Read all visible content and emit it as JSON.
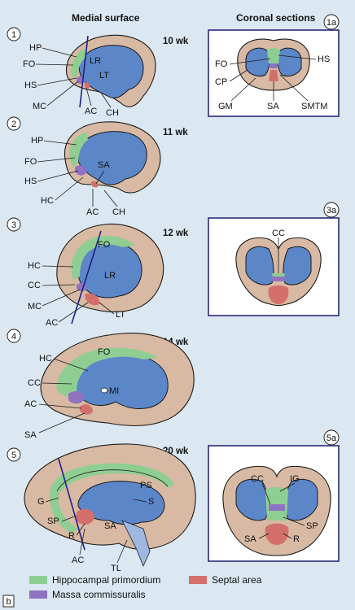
{
  "headers": {
    "medial": "Medial surface",
    "coronal": "Coronal sections"
  },
  "stages": [
    {
      "num": "1",
      "week": "10 wk",
      "labels": {
        "hp": "HP",
        "fo": "FO",
        "hs": "HS",
        "mc": "MC",
        "lr": "LR",
        "lt": "LT",
        "ac": "AC",
        "ch": "CH"
      }
    },
    {
      "num": "2",
      "week": "11 wk",
      "labels": {
        "hp": "HP",
        "fo": "FO",
        "hs": "HS",
        "hc": "HC",
        "sa": "SA",
        "ac": "AC",
        "ch": "CH"
      }
    },
    {
      "num": "3",
      "week": "12 wk",
      "labels": {
        "fo": "FO",
        "hc": "HC",
        "cc": "CC",
        "lr": "LR",
        "mc": "MC",
        "ac": "AC",
        "lt": "LT"
      }
    },
    {
      "num": "4",
      "week": "14 wk",
      "labels": {
        "hc": "HC",
        "fo": "FO",
        "cc": "CC",
        "mi": "MI",
        "ac": "AC",
        "sa": "SA"
      }
    },
    {
      "num": "5",
      "week": "20 wk",
      "labels": {
        "ps": "PS",
        "g": "G",
        "s": "S",
        "sp": "SP",
        "sa": "SA",
        "r": "R",
        "ac": "AC",
        "tl": "TL"
      }
    }
  ],
  "sections": [
    {
      "num": "1a",
      "labels": {
        "fo": "FO",
        "hs": "HS",
        "cp": "CP",
        "gm": "GM",
        "sa": "SA",
        "smtm": "SMTM"
      }
    },
    {
      "num": "3a",
      "labels": {
        "cc": "CC"
      }
    },
    {
      "num": "5a",
      "labels": {
        "cc": "CC",
        "ig": "IG",
        "sp": "SP",
        "sa": "SA",
        "r": "R"
      }
    }
  ],
  "legend": {
    "hippocampal": "Hippocampal primordium",
    "massa": "Massa commissuralis",
    "septal": "Septal area"
  },
  "colors": {
    "hippocampal": "#8fce93",
    "massa": "#8f72c0",
    "septal": "#d3706b",
    "ventricle": "#5b86c8",
    "brain": "#d8b9a3"
  },
  "panel_letter": "b"
}
